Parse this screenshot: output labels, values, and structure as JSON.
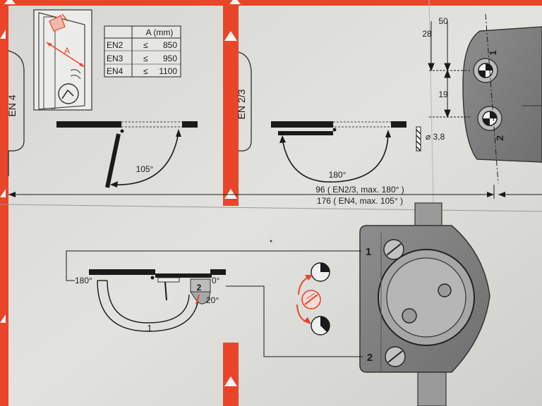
{
  "table": {
    "header": "A (mm)",
    "rows": [
      {
        "model": "EN2",
        "sym": "≤",
        "value": "850"
      },
      {
        "model": "EN3",
        "sym": "≤",
        "value": "950"
      },
      {
        "model": "EN4",
        "sym": "≤",
        "value": "1100"
      }
    ]
  },
  "inset": {
    "dim_label": "A"
  },
  "labels": {
    "en4": "EN 4",
    "en23": "EN 2/3",
    "angle_105": "105°",
    "angle_180": "180°",
    "angle_180_b": "180°",
    "angle_0": "0°",
    "angle_20": "20°",
    "arc_1": "1",
    "pos_2": "2",
    "note_line1": "96 ( EN2/3, max. 180° )",
    "note_line2": "176 ( EN4, max. 105° )",
    "dim_28": "28",
    "dim_50": "50",
    "dim_19": "19",
    "hole_dia": "⌀ 3,8",
    "pin_1": "1",
    "pin_2": "2",
    "callout_1": "1",
    "callout_2": "2"
  },
  "colors": {
    "accent": "#e8452a",
    "paper": "#dcdcd8",
    "ink": "#1c1c1c"
  }
}
